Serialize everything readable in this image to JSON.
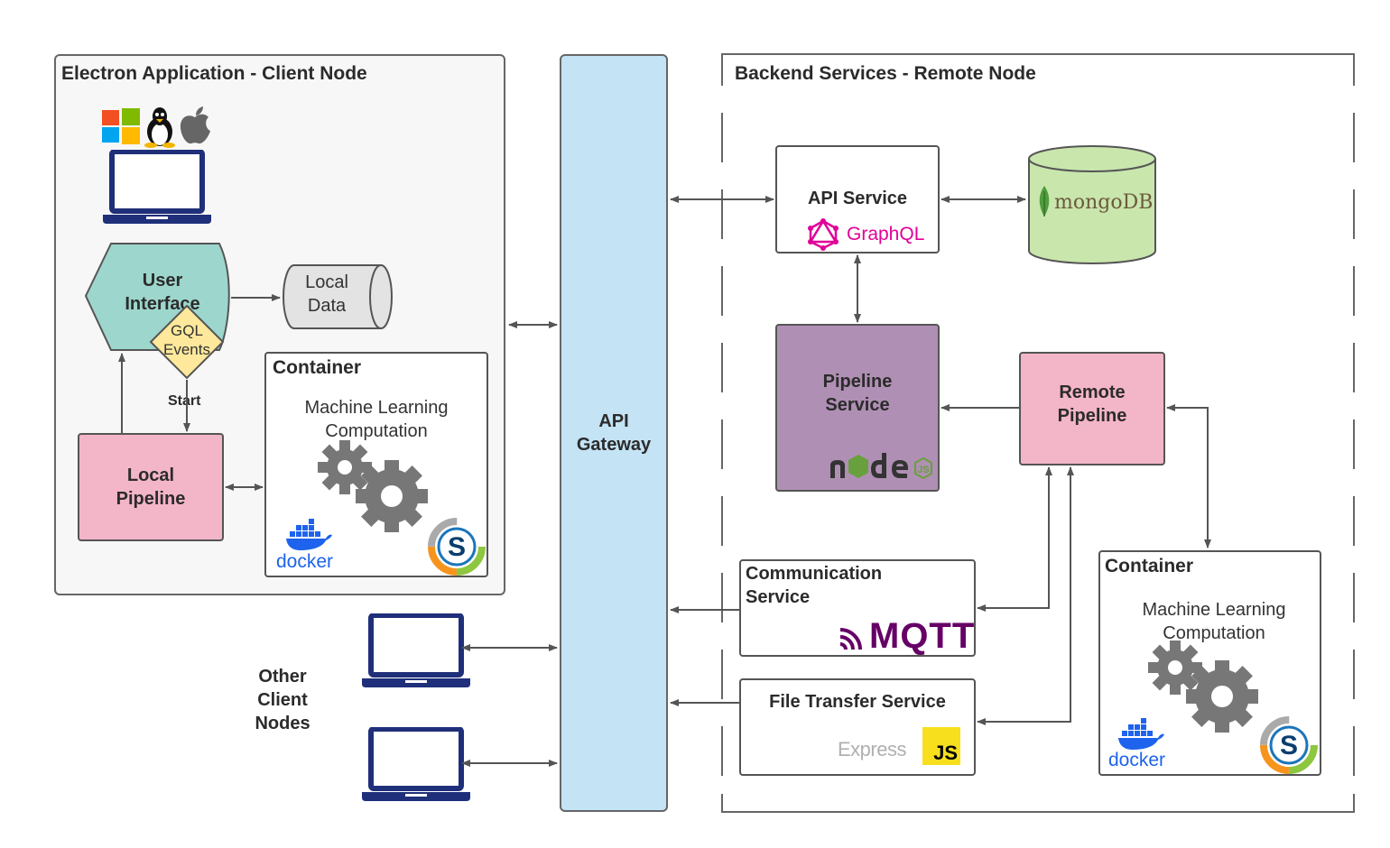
{
  "client_node": {
    "title": "Electron Application - Client Node",
    "ui_label": "User Interface",
    "gql_label": "GQL Events",
    "local_data_label": "Local Data",
    "start_label": "Start",
    "local_pipeline_label": "Local Pipeline",
    "container": {
      "title": "Container",
      "subtitle": "Machine Learning Computation",
      "docker_label": "docker",
      "s_logo": "S"
    }
  },
  "gateway": {
    "label": "API Gateway"
  },
  "other_clients": {
    "label": "Other Client Nodes"
  },
  "backend": {
    "title": "Backend Services - Remote Node",
    "api_service": {
      "label": "API Service",
      "tech": "GraphQL"
    },
    "database": {
      "label": "mongoDB"
    },
    "pipeline_service": {
      "label": "Pipeline Service",
      "tech": "node"
    },
    "remote_pipeline": {
      "label": "Remote Pipeline"
    },
    "communication_service": {
      "label": "Communication Service",
      "tech": "MQTT"
    },
    "file_transfer_service": {
      "label": "File Transfer Service",
      "tech": "Express",
      "tech2": "JS"
    },
    "container": {
      "title": "Container",
      "subtitle": "Machine Learning Computation",
      "docker_label": "docker",
      "s_logo": "S"
    }
  },
  "colors": {
    "gateway": "#c4e3f5",
    "ui": "#9dd6cc",
    "gql": "#fde89b",
    "local_pipeline": "#f3b5c8",
    "pipeline_service": "#b08fb4",
    "mongo": "#c9e6ad",
    "graphql": "#e10098",
    "mqtt": "#660066",
    "docker": "#1d63ed",
    "laptop": "#1f2f7a"
  },
  "icons": [
    "windows-icon",
    "linux-icon",
    "apple-icon",
    "laptop-icon",
    "gear-icon",
    "docker-icon",
    "singularity-icon",
    "graphql-icon",
    "mongodb-leaf-icon",
    "nodejs-icon",
    "mqtt-icon",
    "express-icon",
    "js-icon"
  ]
}
